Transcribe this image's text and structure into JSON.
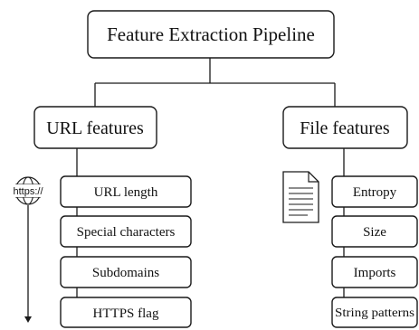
{
  "title": "Feature Extraction Pipeline",
  "url_branch": {
    "label": "URL features",
    "icon": "globe-icon",
    "icon_text": "https://",
    "items": [
      "URL length",
      "Special characters",
      "Subdomains",
      "HTTPS flag"
    ]
  },
  "file_branch": {
    "label": "File features",
    "icon": "document-icon",
    "items": [
      "Entropy",
      "Size",
      "Imports",
      "String patterns"
    ]
  }
}
